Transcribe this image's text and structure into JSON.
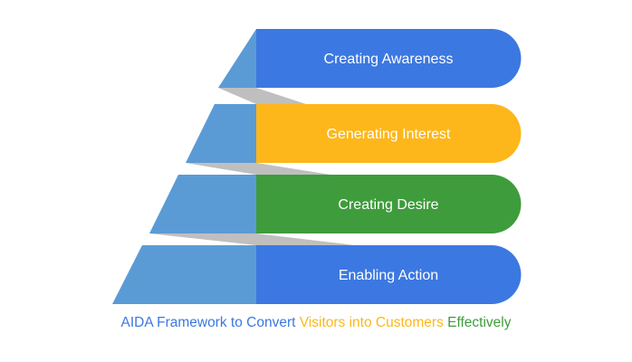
{
  "colors": {
    "blue": "#3C78E1",
    "light_blue": "#5B9BD5",
    "gray": "#BFBFBF",
    "yellow": "#FDB71A",
    "green": "#3F9C3C",
    "white": "#FFFFFF"
  },
  "levels": [
    {
      "label": "Creating Awareness",
      "color": "#3C78E1"
    },
    {
      "label": "Generating Interest",
      "color": "#FDB71A"
    },
    {
      "label": "Creating Desire",
      "color": "#3F9C3C"
    },
    {
      "label": "Enabling Action",
      "color": "#3C78E1"
    }
  ],
  "caption": {
    "part1": "AIDA Framework to Convert ",
    "part1_color": "#3C78E1",
    "part2": "Visitors into Customers ",
    "part2_color": "#FDB71A",
    "part3": "Effectively",
    "part3_color": "#3F9C3C"
  }
}
